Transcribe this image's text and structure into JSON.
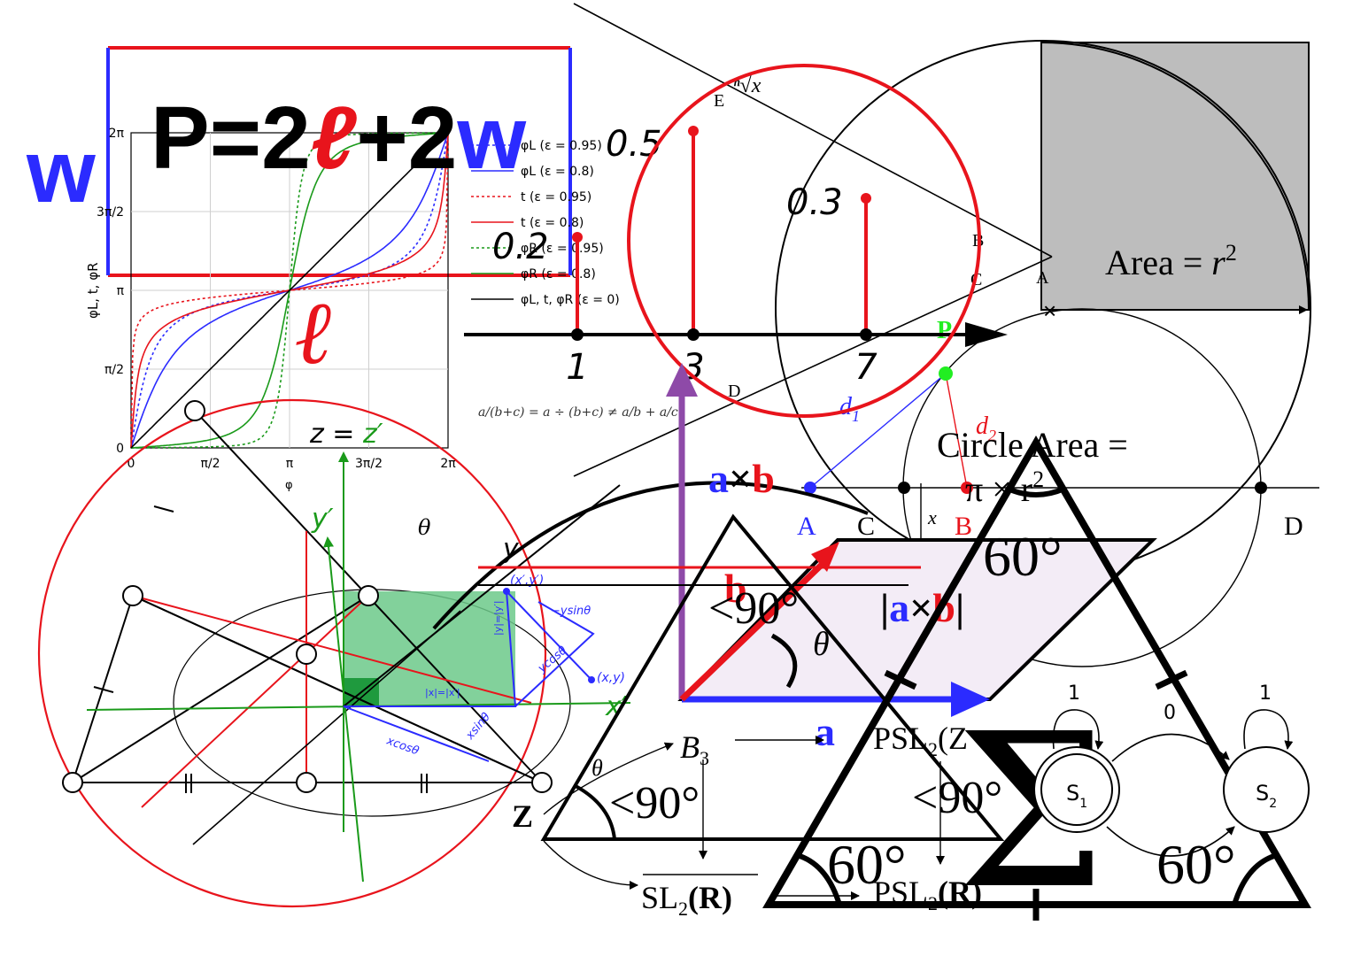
{
  "colors": {
    "red": "#e8141c",
    "blue": "#2b2bff",
    "green": "#1a9a1a",
    "purple": "#8e4aa8",
    "grey_fill": "#bdbdbd",
    "mint_fill": "#6cc98a",
    "lavender_fill": "#f3ecf6",
    "bright_green": "#22ee22"
  },
  "perimeter": {
    "formula_prefix": "P=2",
    "formula_l": "ℓ",
    "formula_mid": "+2",
    "formula_w": "w",
    "side_w": "w",
    "side_l": "ℓ"
  },
  "kepler_chart": {
    "y_axis_label": "φL, t, φR",
    "x_axis_label": "φ",
    "y_ticks": [
      "0",
      "π/2",
      "π",
      "3π/2",
      "2π"
    ],
    "x_ticks": [
      "0",
      "π/2",
      "π",
      "3π/2",
      "2π"
    ],
    "legend": [
      "φL  (ε = 0.95)",
      "φL  (ε = 0.8)",
      "t  (ε = 0.95)",
      "t  (ε = 0.8)",
      "φR  (ε = 0.95)",
      "φR  (ε = 0.8)",
      "φL, t, φR  (ε = 0)"
    ]
  },
  "stem_plot": {
    "x_labels": [
      "1",
      "3",
      "7"
    ],
    "value_labels": [
      "0.2",
      "0.5",
      "0.3"
    ]
  },
  "fraction_formula": "a/(b+c) = a ÷ (b+c) ≠ a/b + a/c",
  "radical": {
    "letter": "E",
    "expr": "ⁿ√x"
  },
  "square_area": {
    "text": "Area = ",
    "var": "r",
    "exp": "2"
  },
  "circle_area": {
    "line1": "Circle Area =",
    "line2": "π × r",
    "exp": "2"
  },
  "geometry_labels": {
    "E": "E",
    "B": "B",
    "C": "C",
    "A": "A",
    "D": "D",
    "P": "P",
    "d1": "d",
    "d1_sub": "1",
    "d2": "d",
    "d2_sub": "2",
    "line_A": "A",
    "line_C": "C",
    "line_B": "B",
    "line_D": "D",
    "x": "x"
  },
  "cross_product": {
    "a_times_b_a": "a",
    "a_times_b_x": "×",
    "a_times_b_b": "b",
    "abs_open": "|",
    "abs_a": "a",
    "abs_x": "×",
    "abs_b": "b",
    "abs_close": "|",
    "vec_a": "a",
    "vec_b": "b",
    "theta": "θ"
  },
  "rotation": {
    "z_eq": "z = ",
    "z_prime": "z′",
    "y_prime": "y′",
    "y": "y",
    "x_prime": "x′",
    "theta": "θ",
    "point_xpyp": "(x′,y′)",
    "point_xy": "(x,y)",
    "neg_ysin": "−ysinθ",
    "ycos": "ycosθ",
    "xcos": "xcosθ",
    "xsin": "xsinθ",
    "abs_y": "|y|=|y′|",
    "abs_x": "|x|=|x′|"
  },
  "triangle": {
    "angle_top": "60°",
    "angle_left": "60°",
    "angle_right": "60°",
    "lt90_mid": "<90°",
    "lt90_left": "<90°",
    "lt90_upper": "<90°",
    "theta_left": "θ",
    "theta_top": "θ"
  },
  "sequence": {
    "B3": "B",
    "B3_sub": "3",
    "Z": "Z",
    "SL2R": "SL",
    "SL2R_tail": "(R)",
    "PSL2Z": "PSL",
    "PSL2Z_tail": "(Z",
    "PSL2R": "PSL",
    "PSL2R_tail": "(R)",
    "sub2": "2"
  },
  "sigma": "Σ",
  "automaton": {
    "s1": "S",
    "s1_sub": "1",
    "s2": "S",
    "s2_sub": "2",
    "loop_left": "1",
    "loop_right": "1",
    "transition": "0"
  }
}
